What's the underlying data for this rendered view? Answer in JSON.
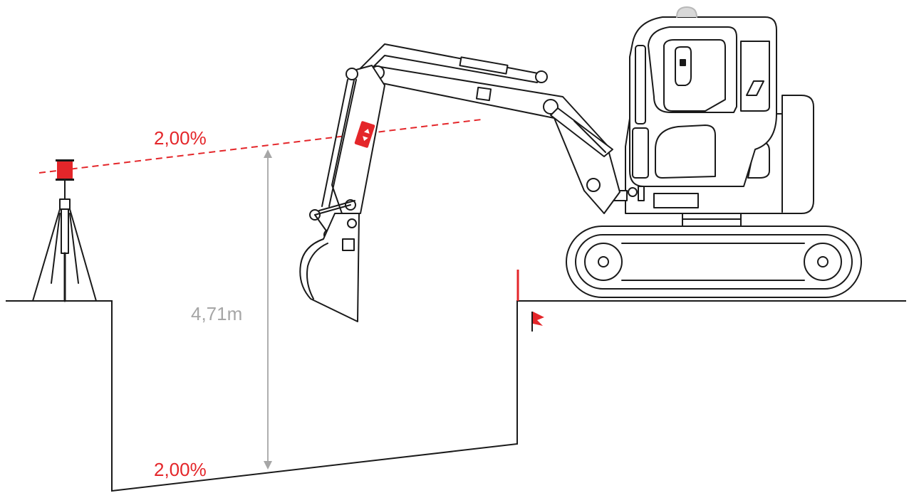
{
  "labels": {
    "laser_slope": "2,00%",
    "trench_slope": "2,00%",
    "depth": "4,71m"
  },
  "colors": {
    "accent": "#e4262a",
    "line": "#1a1a1a",
    "dimension": "#a6a6a6"
  },
  "icons": {
    "rotating_laser": "rotating-laser-icon",
    "tripod": "tripod-icon",
    "laser_receiver": "laser-receiver-icon",
    "excavator": "excavator-icon",
    "flag": "flag-icon",
    "stake": "reference-stake"
  }
}
